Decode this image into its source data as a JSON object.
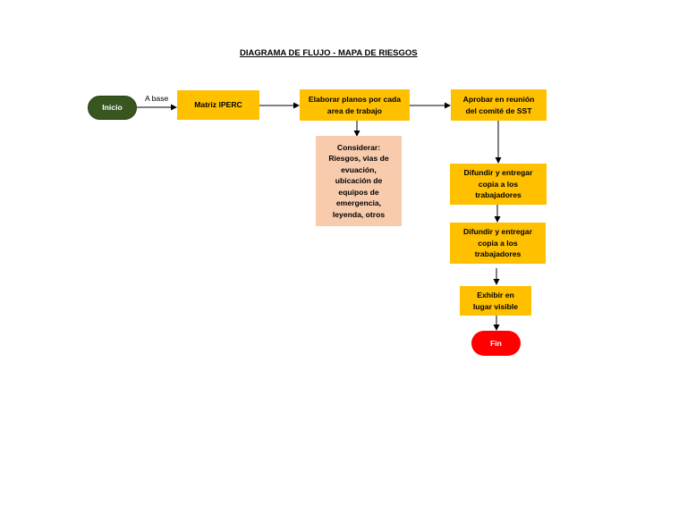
{
  "title": "DIAGRAMA DE FLUJO - MAPA DE RIESGOS",
  "nodes": {
    "inicio": "Inicio",
    "matriz": "Matriz IPERC",
    "elaborar": [
      "Elaborar planos por cada",
      "area de trabajo"
    ],
    "considerar": [
      "Considerar:",
      "Riesgos, vias de",
      "evuación,",
      "ubicación de",
      "equipos de",
      "emergencia,",
      "leyenda, otros"
    ],
    "aprobar": [
      "Aprobar en reunión",
      "del comité de SST"
    ],
    "difundir1": [
      "Difundir y entregar",
      "copia a los",
      "trabajadores"
    ],
    "difundir2": [
      "Difundir y entregar",
      "copia a los",
      "trabajadores"
    ],
    "exhibir": [
      "Exhibir en",
      "lugar visible"
    ],
    "fin": "Fin"
  },
  "edge_labels": {
    "a_base": "A base"
  },
  "colors": {
    "process": "#ffc000",
    "note": "#f8cbad",
    "start": "#38561f",
    "end": "#ff0000"
  }
}
